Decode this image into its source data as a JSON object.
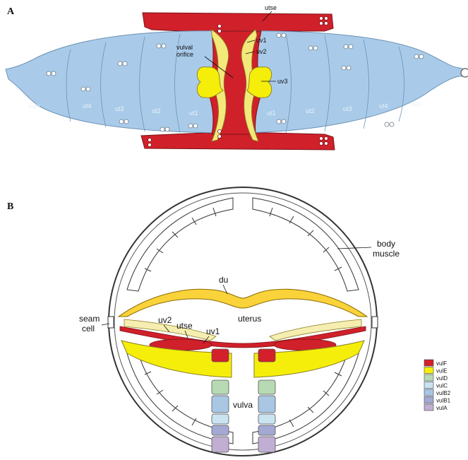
{
  "panels": {
    "a": {
      "letter": "A",
      "labels": {
        "utse": "utse",
        "uv1": "uv1",
        "uv2": "uv2",
        "uv3": "uv3",
        "vulval_orifice_1": "vulval",
        "vulval_orifice_2": "orifice"
      },
      "cells_left": [
        "sujn",
        "ut4",
        "ut3",
        "ut2",
        "ut1"
      ],
      "cells_right": [
        "ut1",
        "ut2",
        "ut3",
        "ut4",
        "sujn"
      ]
    },
    "b": {
      "letter": "B",
      "labels": {
        "body_muscle_1": "body",
        "body_muscle_2": "muscle",
        "du": "du",
        "uterus": "uterus",
        "seam_cell_1": "seam",
        "seam_cell_2": "cell",
        "uv2": "uv2",
        "utse": "utse",
        "uv1": "uv1",
        "vulva": "vulva"
      }
    }
  },
  "legend": [
    {
      "label": "vulF",
      "color": "#d3202b"
    },
    {
      "label": "vulE",
      "color": "#f5ee0a"
    },
    {
      "label": "vulD",
      "color": "#b7d9b3"
    },
    {
      "label": "vulC",
      "color": "#c9e3f1"
    },
    {
      "label": "vulB2",
      "color": "#a9c6e3"
    },
    {
      "label": "vulB1",
      "color": "#a3a9d3"
    },
    {
      "label": "vulA",
      "color": "#c0afd2"
    }
  ],
  "colors": {
    "uterus_blue": "#a9cbe9",
    "utse_red": "#d0202a",
    "uv_yellow": "#f2e97a",
    "du_yellow": "#fad33a",
    "vulE_yellow": "#f5ee0a"
  }
}
